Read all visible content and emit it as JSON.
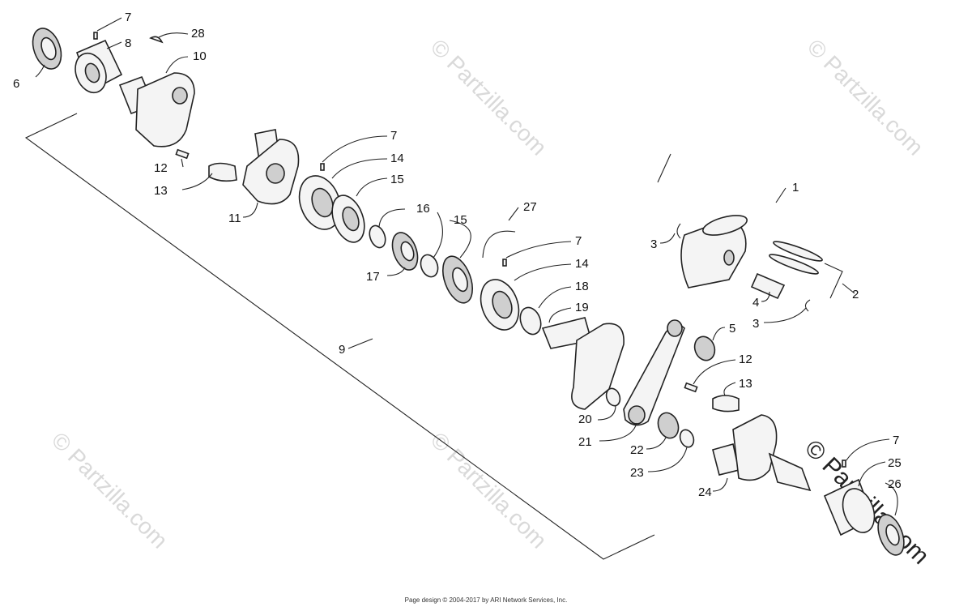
{
  "watermark": "© Partzilla.com",
  "footer": "Page design © 2004-2017 by ARI Network Services, Inc.",
  "callouts": {
    "c1": "1",
    "c2": "2",
    "c3a": "3",
    "c3b": "3",
    "c4": "4",
    "c5": "5",
    "c6": "6",
    "c7a": "7",
    "c7b": "7",
    "c7c": "7",
    "c7d": "7",
    "c8": "8",
    "c9": "9",
    "c10": "10",
    "c11": "11",
    "c12a": "12",
    "c12b": "12",
    "c13a": "13",
    "c13b": "13",
    "c14a": "14",
    "c14b": "14",
    "c15a": "15",
    "c15b": "15",
    "c16": "16",
    "c17": "17",
    "c18": "18",
    "c19": "19",
    "c20": "20",
    "c21": "21",
    "c22": "22",
    "c23": "23",
    "c24": "24",
    "c25": "25",
    "c26": "26",
    "c27": "27",
    "c28": "28"
  }
}
